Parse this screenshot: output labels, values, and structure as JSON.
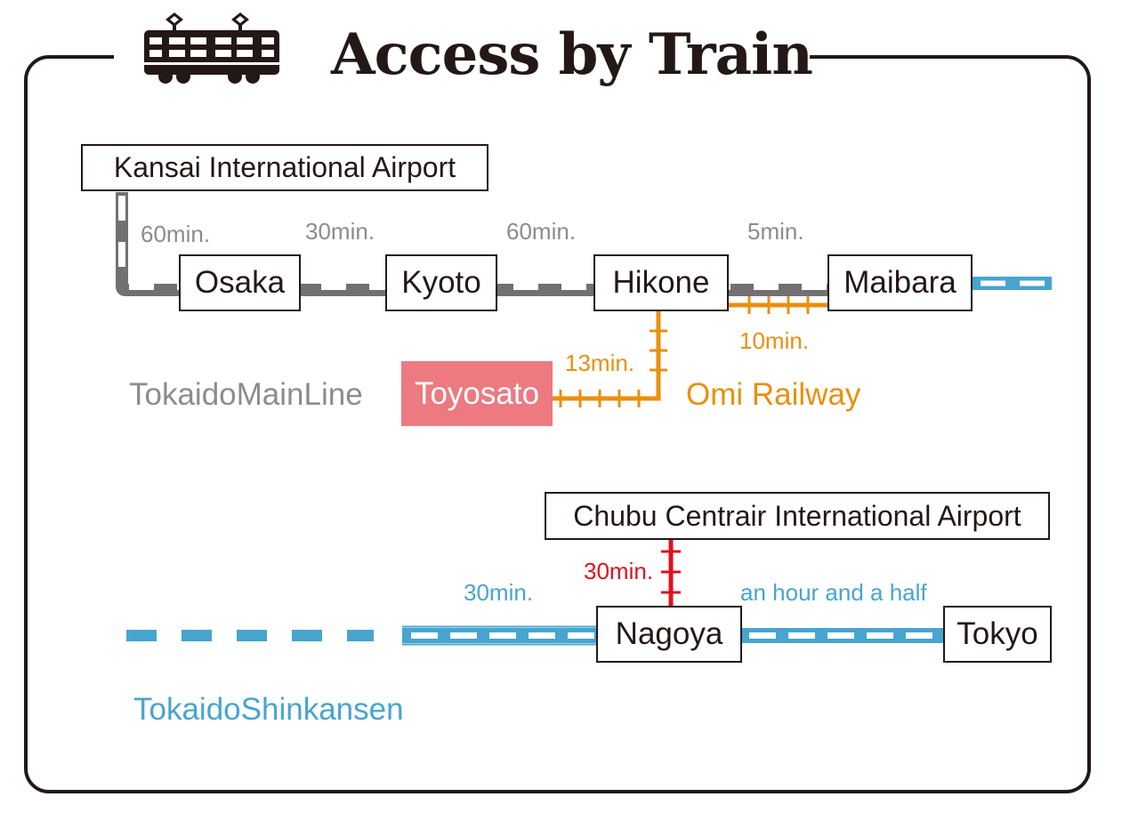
{
  "title": "Access by Train",
  "stations": {
    "kansai": "Kansai International Airport",
    "osaka": "Osaka",
    "kyoto": "Kyoto",
    "hikone": "Hikone",
    "maibara": "Maibara",
    "toyosato": "Toyosato",
    "chubu": "Chubu Centrair International Airport",
    "nagoya": "Nagoya",
    "tokyo": "Tokyo"
  },
  "times": {
    "kansai_osaka": "60min.",
    "osaka_kyoto": "30min.",
    "kyoto_hikone": "60min.",
    "hikone_maibara": "5min.",
    "maibara_omi": "10min.",
    "hikone_toyosato": "13min.",
    "chubu_nagoya": "30min.",
    "shinkansen_nagoya": "30min.",
    "nagoya_tokyo": "an hour and a half"
  },
  "lines": {
    "tokaido_main": "TokaidoMainLine",
    "omi_railway": "Omi Railway",
    "shinkansen": "TokaidoShinkansen"
  },
  "colors": {
    "dark": "#231815",
    "jr_gray": "#727171",
    "omi_orange": "#ea8f0f",
    "shinkansen_blue": "#47a5cf",
    "meitetsu_red": "#e0111e",
    "toyosato_pink": "#ec7a80"
  }
}
